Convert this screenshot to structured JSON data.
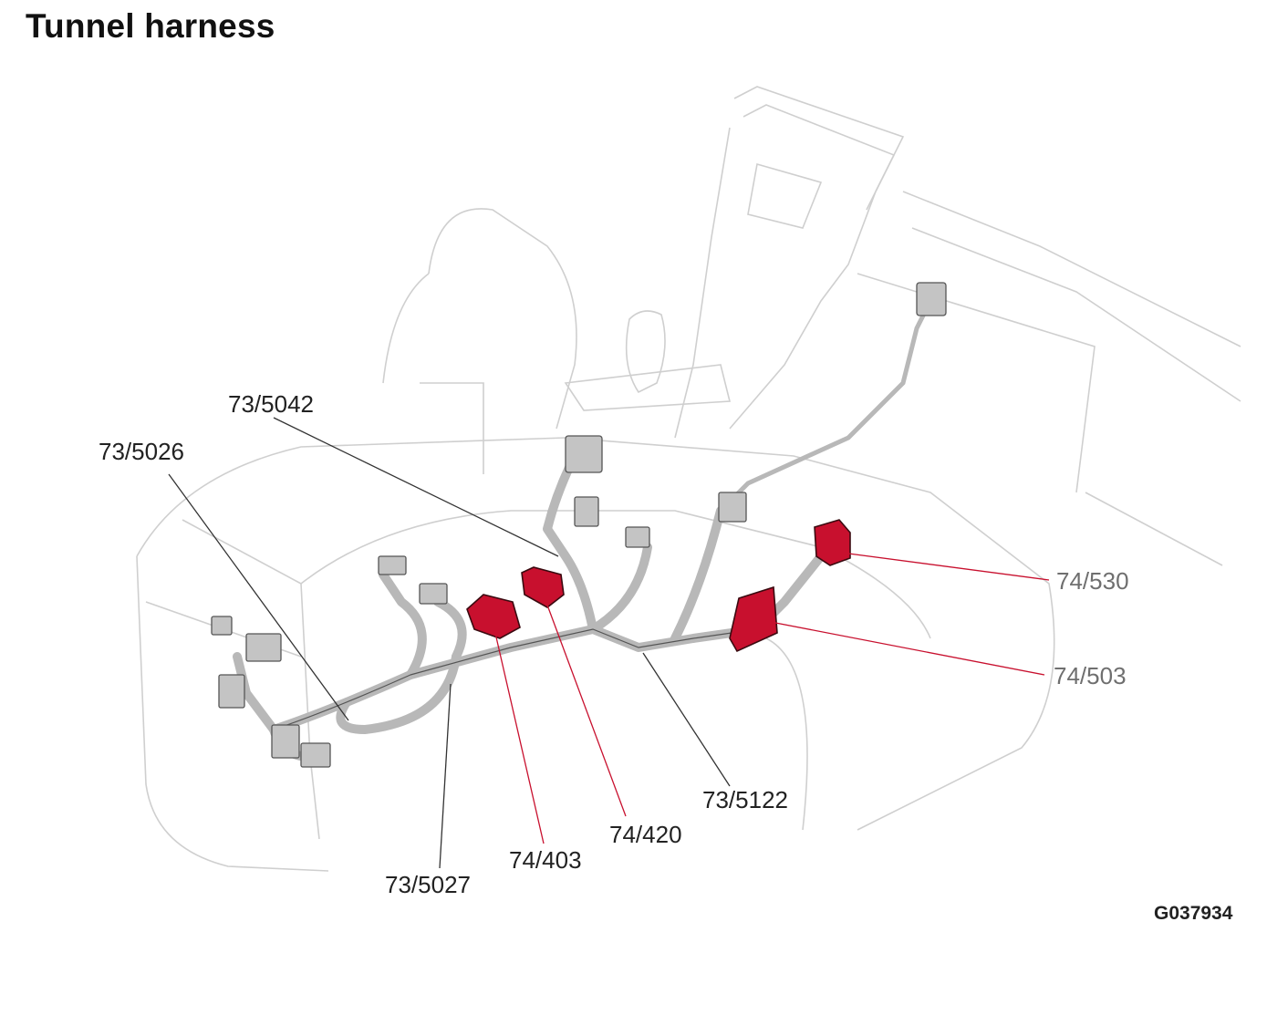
{
  "title": "Tunnel harness",
  "figure_id": "G037934",
  "callouts": [
    {
      "id": "c1",
      "label": "73/5042",
      "highlight": false
    },
    {
      "id": "c2",
      "label": "73/5026",
      "highlight": false
    },
    {
      "id": "c3",
      "label": "74/530",
      "highlight": true
    },
    {
      "id": "c4",
      "label": "74/503",
      "highlight": true
    },
    {
      "id": "c5",
      "label": "73/5122",
      "highlight": false
    },
    {
      "id": "c6",
      "label": "74/420",
      "highlight": true
    },
    {
      "id": "c7",
      "label": "74/403",
      "highlight": true
    },
    {
      "id": "c8",
      "label": "73/5027",
      "highlight": false
    }
  ],
  "colors": {
    "highlight": "#c8102e",
    "harness": "#b8b8b8",
    "outline": "#cfcfcf",
    "leader": "#333333",
    "highlight_leader": "#c8102e"
  }
}
